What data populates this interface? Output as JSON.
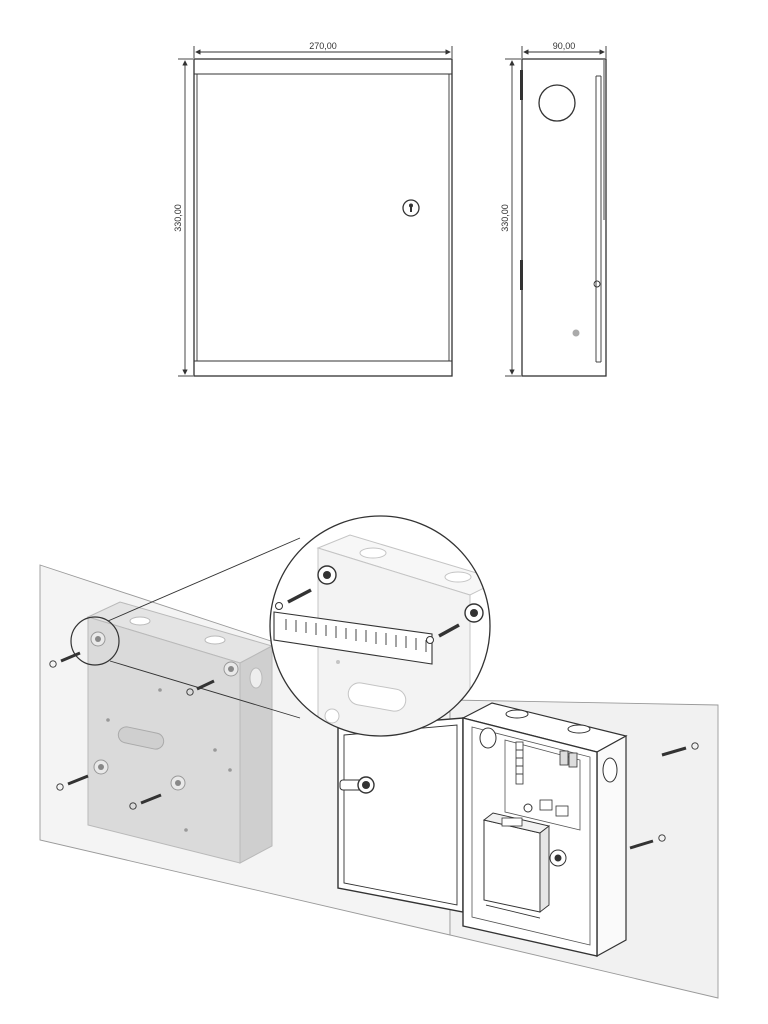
{
  "dimensions": {
    "front_width": "270,00",
    "front_height": "330,00",
    "side_width": "90,00",
    "side_height": "330,00"
  },
  "colors": {
    "line": "#333333",
    "wall": "#f2f2f2",
    "ghost_box": "#d9d9d9",
    "ghost_edge": "#bcbcbc",
    "panel": "#ffffff"
  }
}
